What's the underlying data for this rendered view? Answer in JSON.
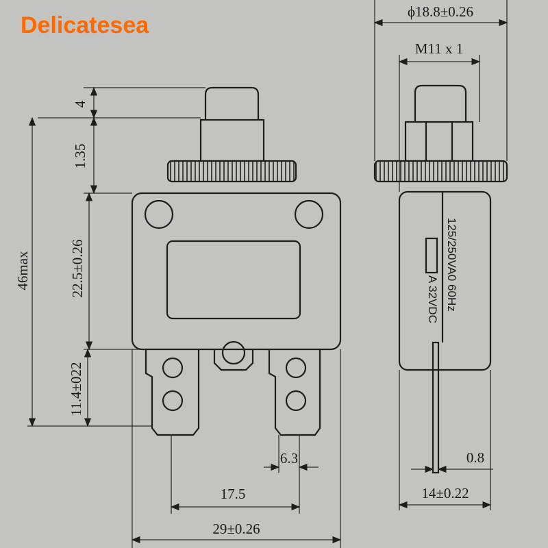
{
  "watermark": "Delicatesea",
  "front_view": {
    "dim_button_height": "4",
    "dim_neck_height": "1.35",
    "dim_body_height": "22.5±0.26",
    "dim_terminal_height": "11.4±022",
    "dim_total_height": "46max",
    "dim_terminal_width": "6.3",
    "dim_terminal_spacing": "17.5",
    "dim_body_width": "29±0.26"
  },
  "side_view": {
    "dim_nut_diameter": "ϕ18.8±0.26",
    "dim_thread": "M11 x 1",
    "rating_ac": "125/250VA0 60Hz",
    "rating_dc": "A 32VDC",
    "dim_pin_thickness": "0.8",
    "dim_body_depth": "14±0.22"
  }
}
